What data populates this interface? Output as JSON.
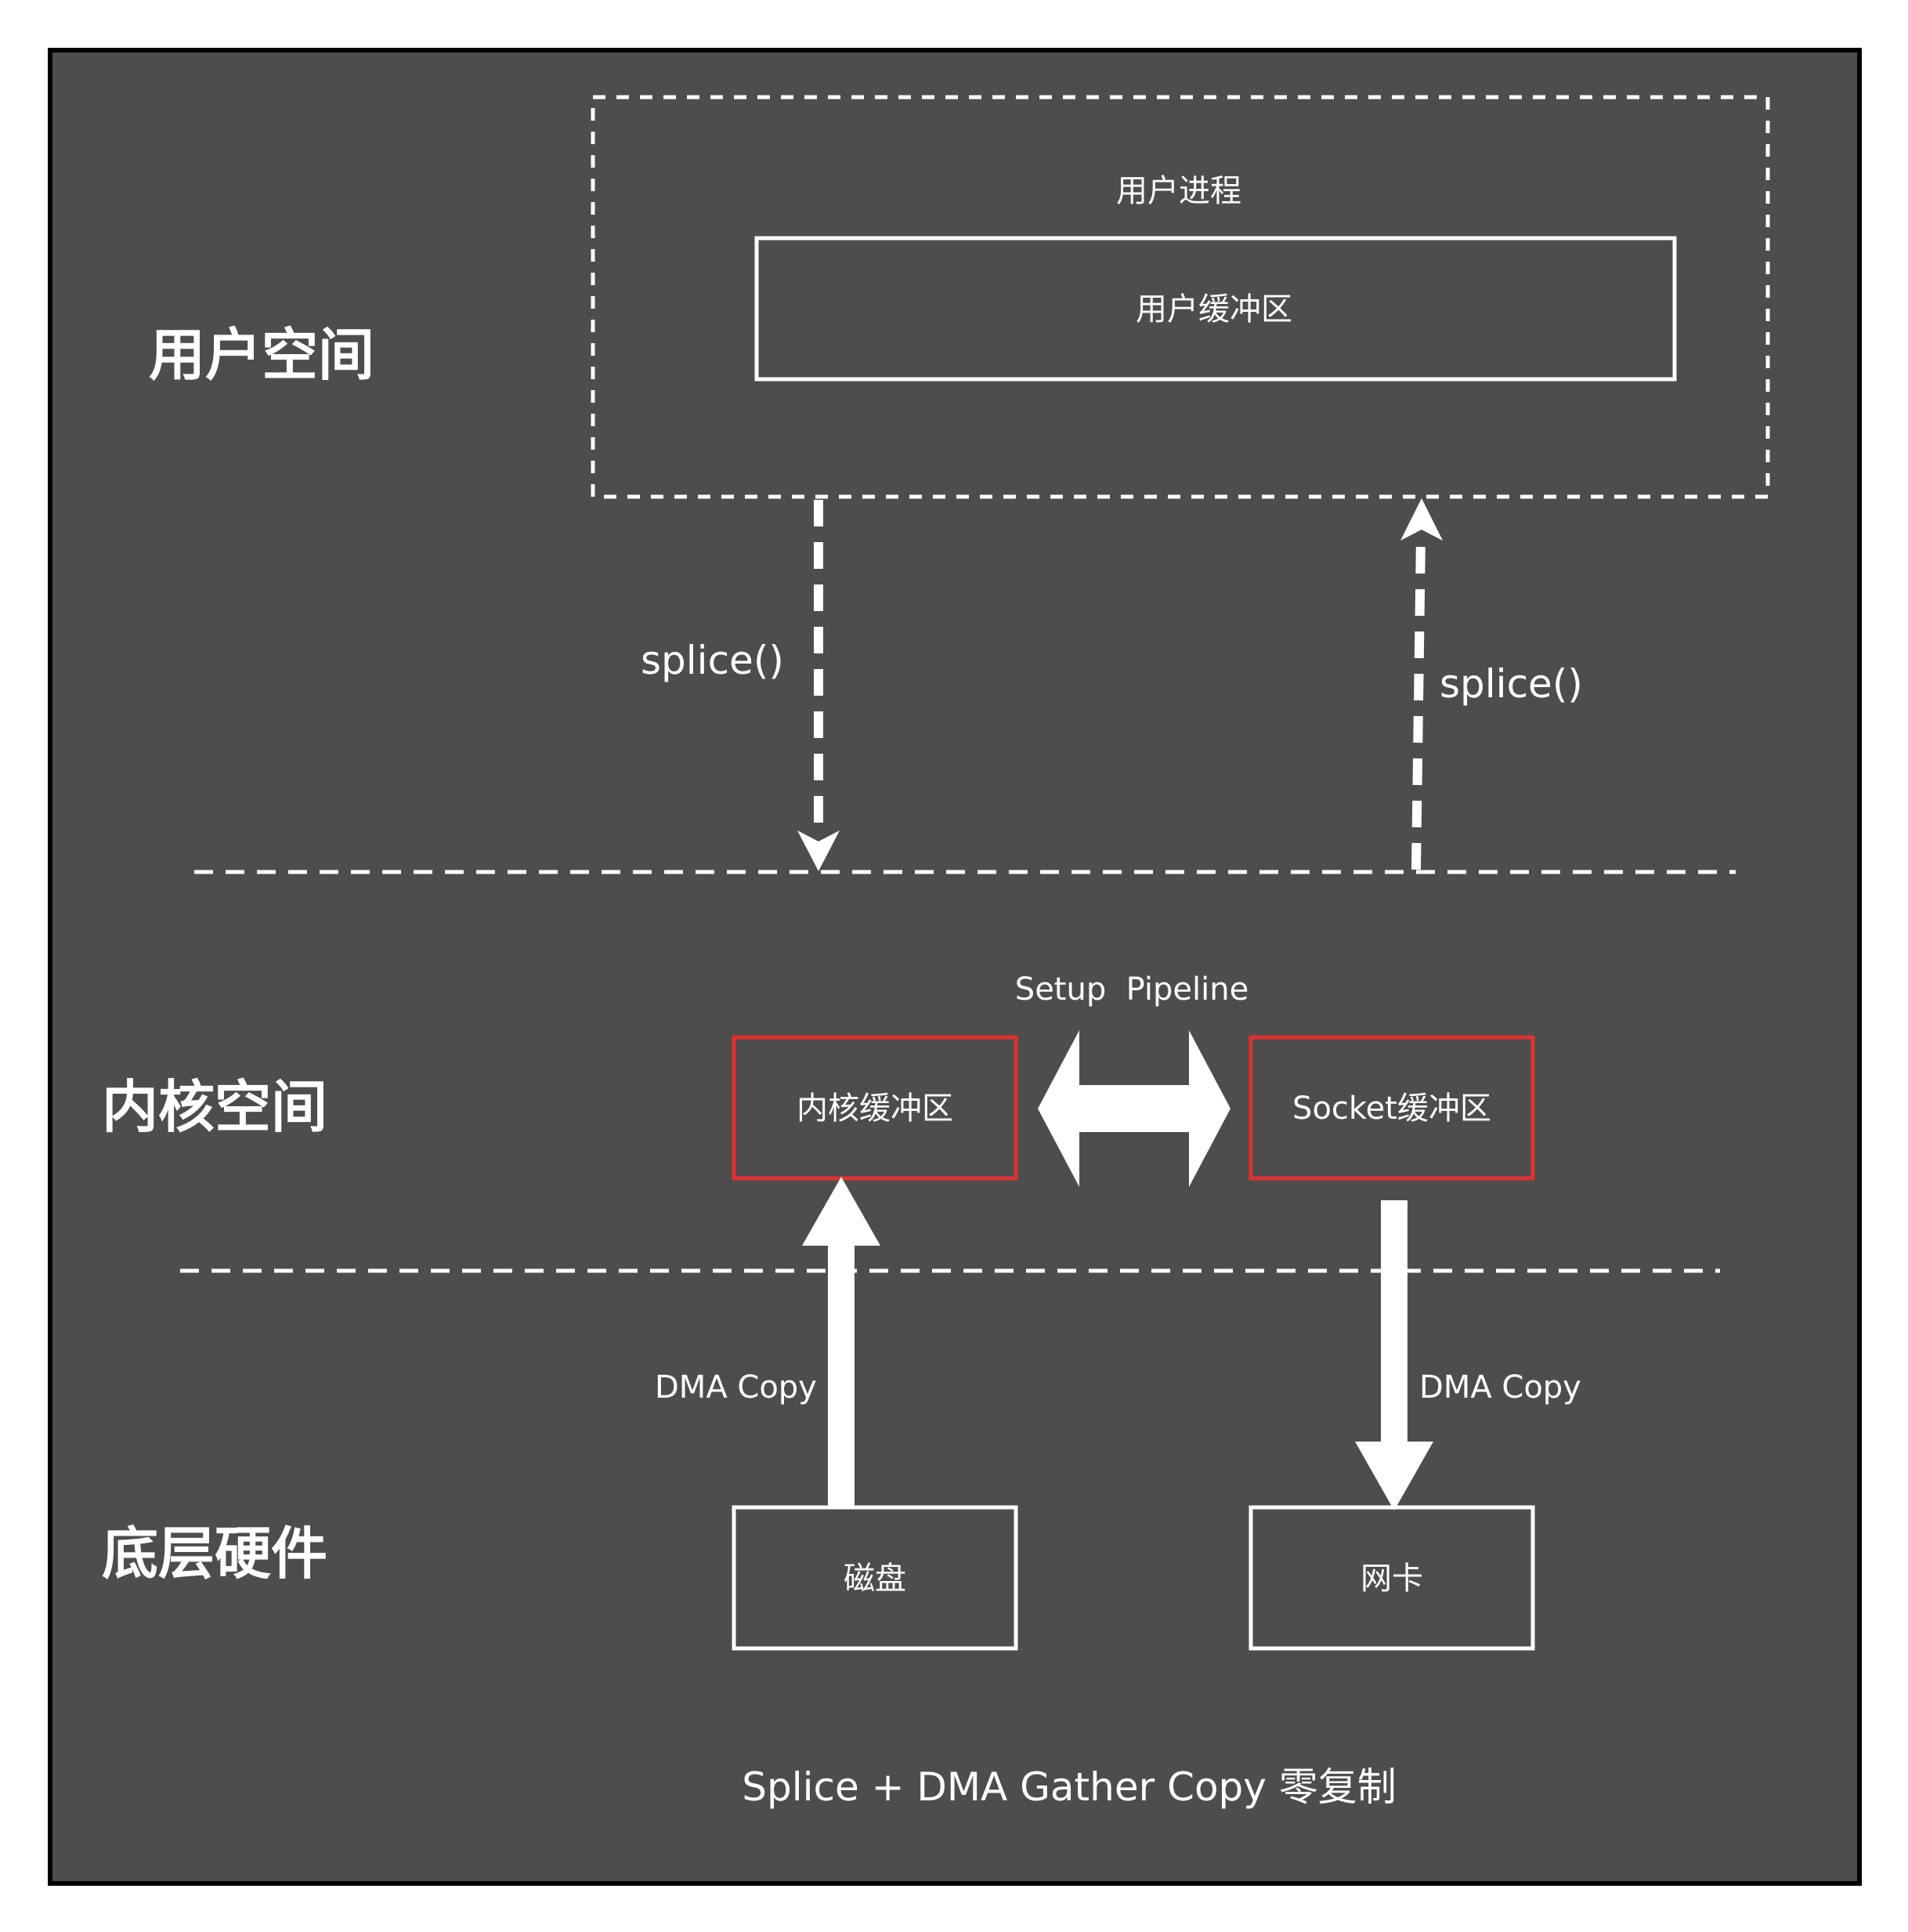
{
  "zones": {
    "user_space": "用户空间",
    "kernel_space": "内核空间",
    "hardware": "底层硬件"
  },
  "user_process": {
    "title": "用户进程",
    "buffer": "用户缓冲区"
  },
  "kernel": {
    "kernel_buffer": "内核缓冲区",
    "socket_buffer": "Socket缓冲区",
    "pipeline_label": "Setup  Pipeline"
  },
  "hardware": {
    "disk": "磁盘",
    "nic": "网卡"
  },
  "arrows": {
    "splice_left": "splice()",
    "splice_right": "splice()",
    "dma_left": "DMA Copy",
    "dma_right": "DMA Copy"
  },
  "caption": "Splice + DMA Gather Copy 零复制",
  "colors": {
    "background": "#4d4d4d",
    "frame": "#000000",
    "line": "#ffffff",
    "kernel_box_border": "#e0312f"
  }
}
